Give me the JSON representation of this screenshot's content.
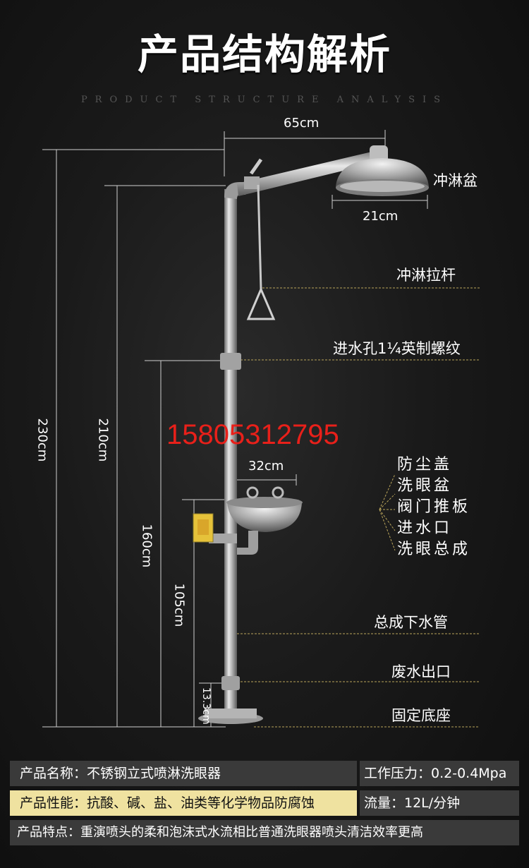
{
  "header": {
    "title": "产品结构解析",
    "subtitle": "PRODUCT STRUCTURE ANALYSIS"
  },
  "dimensions": {
    "arm_width": "65cm",
    "shower_head": "21cm",
    "eyewash_bowl": "32cm",
    "total_height": "230cm",
    "shower_height": "210cm",
    "inlet_height": "160cm",
    "bowl_height": "105cm",
    "outlet_height": "13.3cm"
  },
  "contact": {
    "phone": "15805312795"
  },
  "parts": {
    "shower_bowl": "冲淋盆",
    "pull_rod": "冲淋拉杆",
    "water_inlet": "进水孔1¼英制螺纹",
    "dust_cover": "防尘盖",
    "eyewash_bowl": "洗眼盆",
    "valve_push_plate": "阀门推板",
    "inlet_port": "进水口",
    "eyewash_assembly": "洗眼总成",
    "drain_pipe": "总成下水管",
    "waste_outlet": "废水出口",
    "base": "固定底座"
  },
  "specs": {
    "name_label": "产品名称：不锈钢立式喷淋洗眼器",
    "pressure_label": "工作压力：0.2-0.4Mpa",
    "performance_label": "产品性能：抗酸、碱、盐、油类等化学物品防腐蚀",
    "flow_label": "流量：12L/分钟",
    "feature_label": "产品特点：重演喷头的柔和泡沫式水流相比普通洗眼器喷头清洁效率更高"
  },
  "colors": {
    "accent_gold": "#efe2a0",
    "phone_red": "#e8201a",
    "dark_row": "#3a3a3a"
  }
}
